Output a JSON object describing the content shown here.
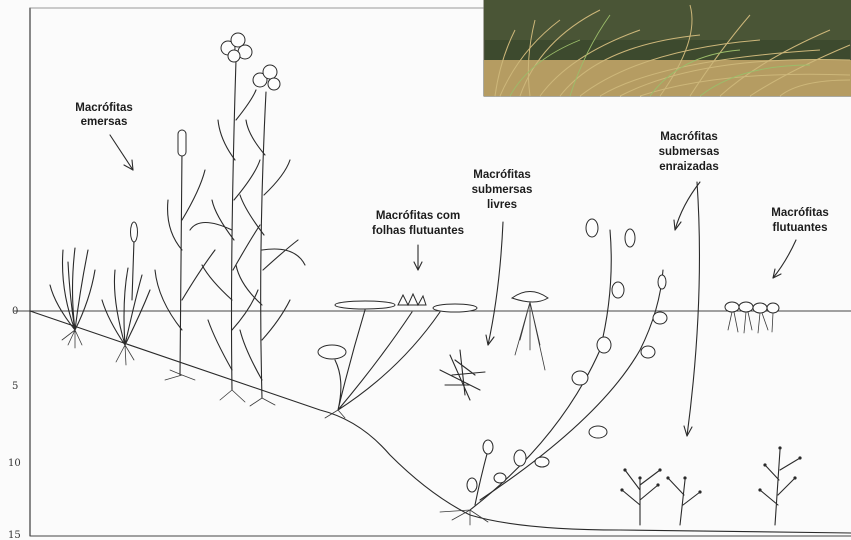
{
  "labels": {
    "emersas": [
      "Macrófitas",
      "emersas"
    ],
    "folhas": [
      "Macrófitas com",
      "folhas flutuantes"
    ],
    "livres": [
      "Macrófitas",
      "submersas",
      "livres"
    ],
    "enraizadas": [
      "Macrófitas",
      "submersas",
      "enraizadas"
    ],
    "flutuantes": [
      "Macrófitas",
      "flutuantes"
    ]
  },
  "depth_ticks": [
    "0",
    "5",
    "10",
    "15"
  ],
  "photo": {
    "subject": "grass-tussock-at-water-edge",
    "colors": {
      "water": "#3f4a30",
      "grass": "#b9a36a"
    }
  }
}
